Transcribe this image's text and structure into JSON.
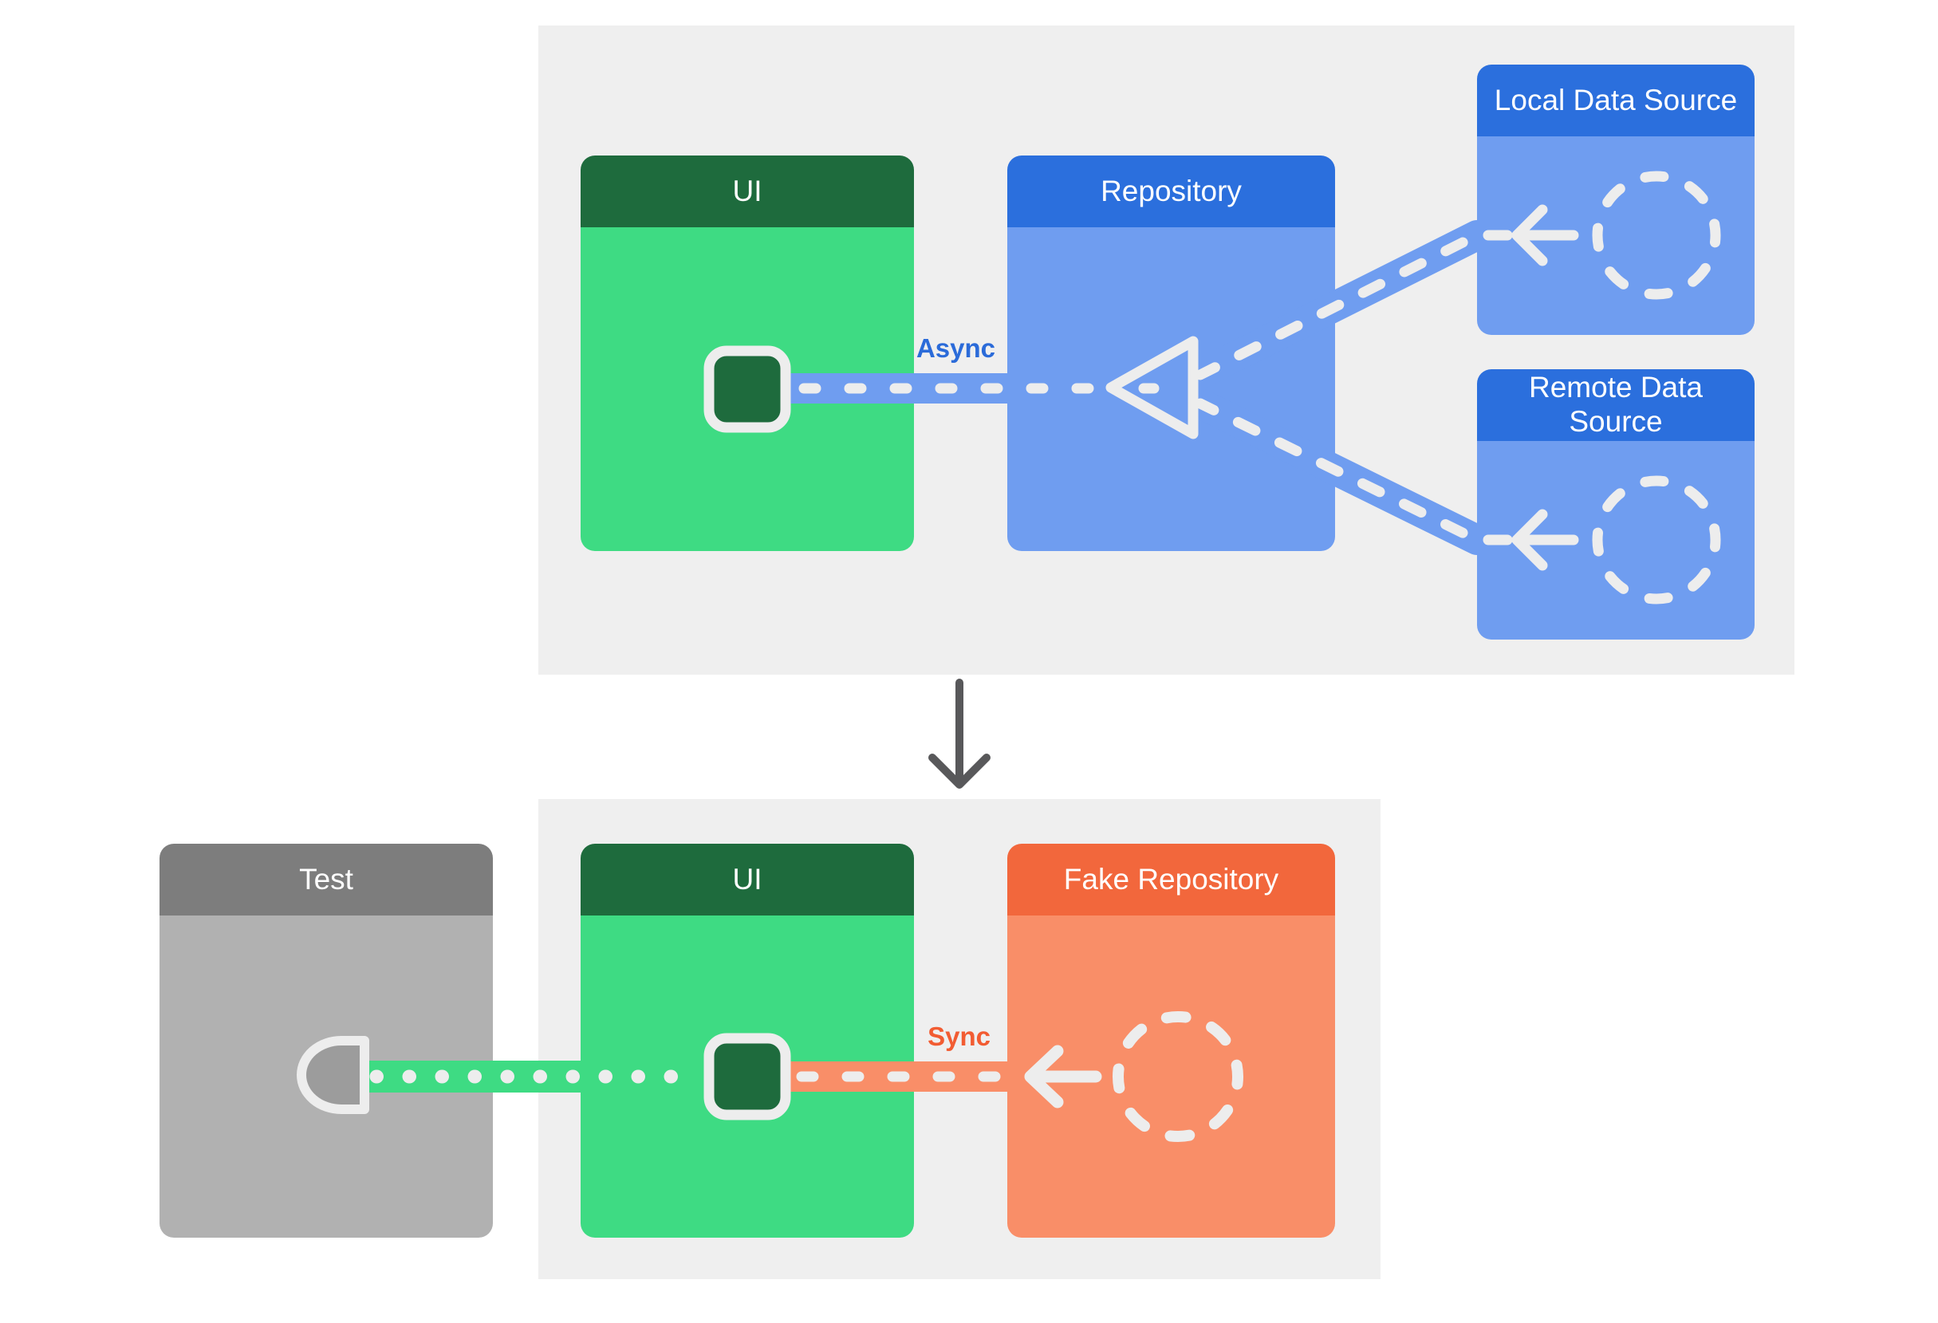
{
  "palette": {
    "page_bg": "#ffffff",
    "panel_bg": "#efefef",
    "green_header": "#1e6b3d",
    "green_body": "#3edb83",
    "blue_header": "#2b6fdd",
    "blue_body": "#6f9df0",
    "orange_header": "#f2673c",
    "orange_body": "#f98e68",
    "gray_header": "#7d7d7d",
    "gray_body": "#b1b1b1",
    "plug_fill": "#9c9c9c",
    "connector_white": "#ededed",
    "async_text": "#2b6bd9",
    "sync_text": "#f25c32",
    "down_arrow": "#58585a"
  },
  "production_flow": {
    "ui_label": "UI",
    "repository_label": "Repository",
    "local_data_source_label": "Local Data Source",
    "remote_data_source_label": "Remote Data Source",
    "connection_label": "Async"
  },
  "test_flow": {
    "test_label": "Test",
    "ui_label": "UI",
    "fake_repository_label": "Fake Repository",
    "connection_label": "Sync"
  }
}
